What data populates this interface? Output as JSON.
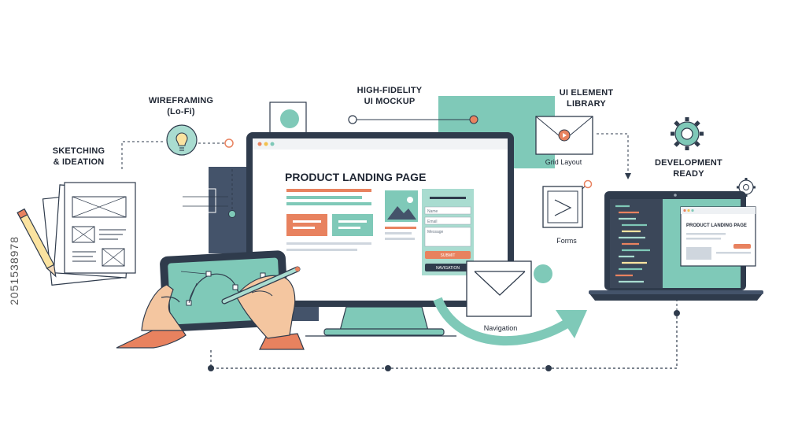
{
  "labels": {
    "sketching_line1": "SKETCHING",
    "sketching_line2": "& IDEATION",
    "wireframing_line1": "WIREFRAMING",
    "wireframing_line2": "(Lo-Fi)",
    "hifi_line1": "HIGH-FIDELITY",
    "hifi_line2": "UI MOCKUP",
    "library_line1": "UI ELEMENT",
    "library_line2": "LIBRARY",
    "grid_layout": "Grid Layout",
    "forms": "Forms",
    "navigation": "Navigation",
    "dev_line1": "DEVELOPMENT",
    "dev_line2": "READY"
  },
  "monitor": {
    "page_title": "PRODUCT LANDING PAGE",
    "form_name": "Name",
    "form_email": "Email",
    "form_message": "Message",
    "submit": "SUBMIT",
    "navigation": "NAVIGATION"
  },
  "laptop": {
    "page_title": "PRODUCT LANDING PAGE"
  },
  "stock_id": "205153897​8",
  "colors": {
    "teal": "#7fc9b8",
    "navy": "#2f3b4c",
    "slate": "#4a5568",
    "coral": "#e8825f",
    "light_teal": "#d9efe9"
  }
}
